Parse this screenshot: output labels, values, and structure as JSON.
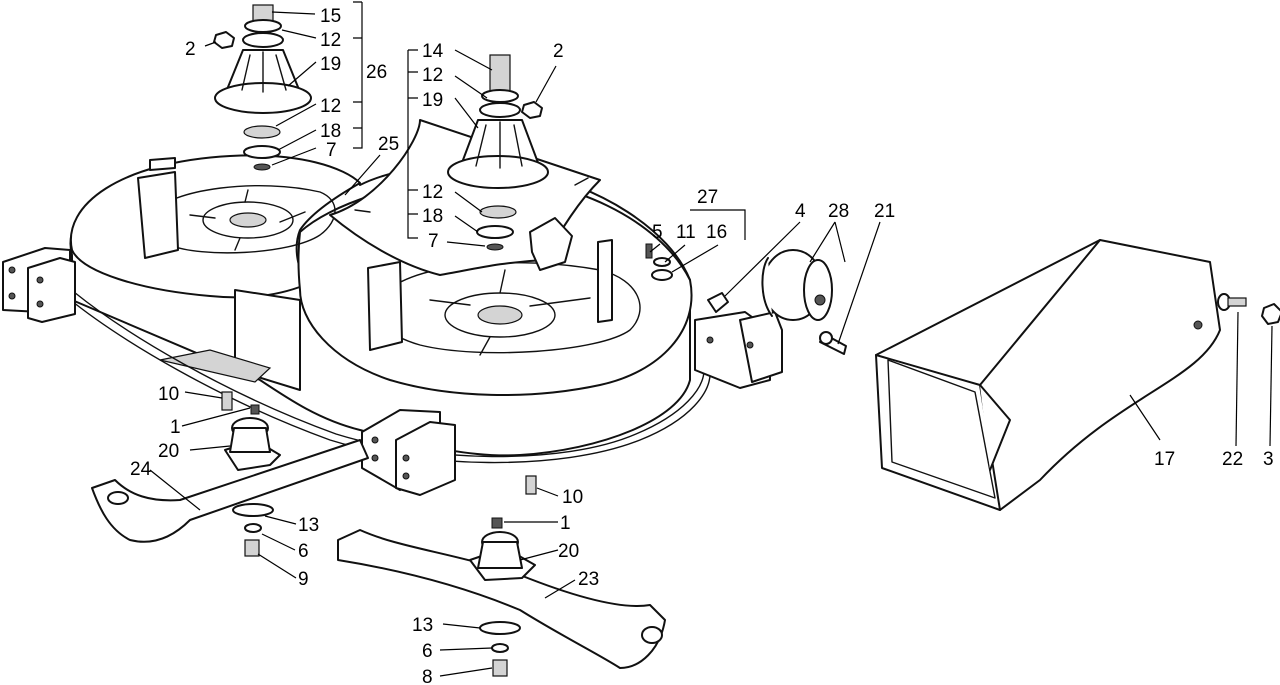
{
  "callouts": {
    "c15": "15",
    "c12a": "12",
    "c19a": "19",
    "c26": "26",
    "c12b": "12",
    "c18a": "18",
    "c7a": "7",
    "c2a": "2",
    "c25": "25",
    "c14": "14",
    "c12c": "12",
    "c19b": "19",
    "c2b": "2",
    "c12d": "12",
    "c18b": "18",
    "c7b": "7",
    "c27": "27",
    "c5": "5",
    "c11": "11",
    "c16": "16",
    "c4": "4",
    "c28": "28",
    "c21": "21",
    "c10a": "10",
    "c1a": "1",
    "c20a": "20",
    "c24": "24",
    "c13a": "13",
    "c6a": "6",
    "c9": "9",
    "c10b": "10",
    "c1b": "1",
    "c20b": "20",
    "c23": "23",
    "c13b": "13",
    "c6b": "6",
    "c8": "8",
    "c17": "17",
    "c22": "22",
    "c3": "3"
  }
}
